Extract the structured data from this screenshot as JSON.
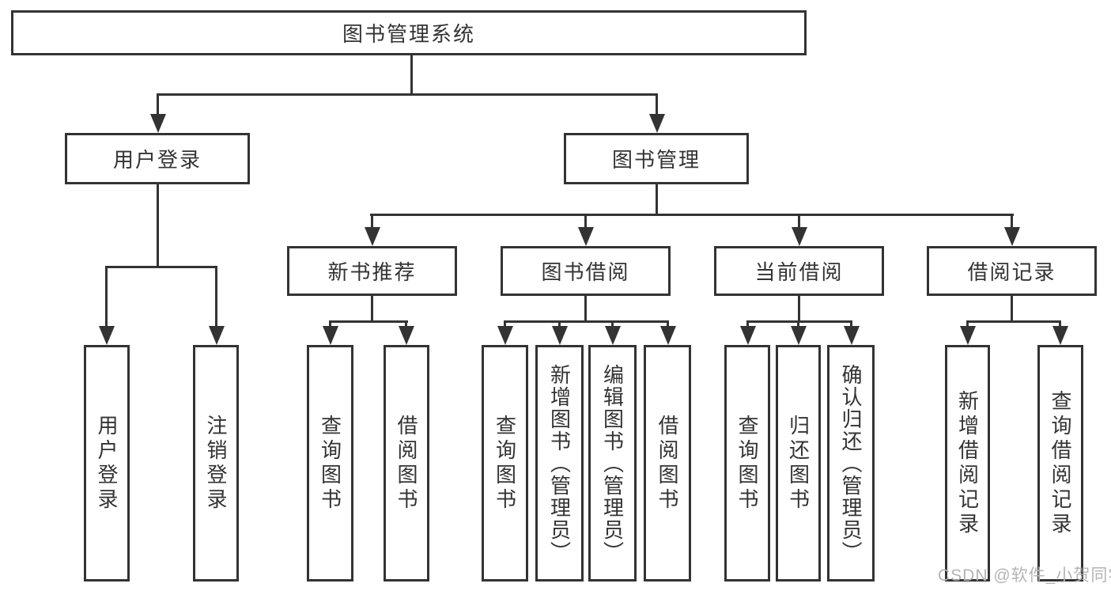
{
  "colors": {
    "line": "#333333",
    "text": "#333333",
    "box_fill": "#ffffff",
    "background": "#ffffff",
    "watermark": "#b4b4b4"
  },
  "diagram": {
    "root": {
      "label": "图书管理系统"
    },
    "branches": [
      {
        "label": "用户登录",
        "children": [
          {
            "label": "用户登录"
          },
          {
            "label": "注销登录"
          }
        ]
      },
      {
        "label": "图书管理",
        "children": [
          {
            "label": "新书推荐",
            "children": [
              {
                "label": "查询图书"
              },
              {
                "label": "借阅图书"
              }
            ]
          },
          {
            "label": "图书借阅",
            "children": [
              {
                "label": "查询图书"
              },
              {
                "label": "新增图书（管理员）"
              },
              {
                "label": "编辑图书（管理员）"
              },
              {
                "label": "借阅图书"
              }
            ]
          },
          {
            "label": "当前借阅",
            "children": [
              {
                "label": "查询图书"
              },
              {
                "label": "归还图书"
              },
              {
                "label": "确认归还（管理员）"
              }
            ]
          },
          {
            "label": "借阅记录",
            "children": [
              {
                "label": "新增借阅记录"
              },
              {
                "label": "查询借阅记录"
              }
            ]
          }
        ]
      }
    ]
  },
  "watermark": {
    "text": "CSDN @软件_小贺同学"
  }
}
